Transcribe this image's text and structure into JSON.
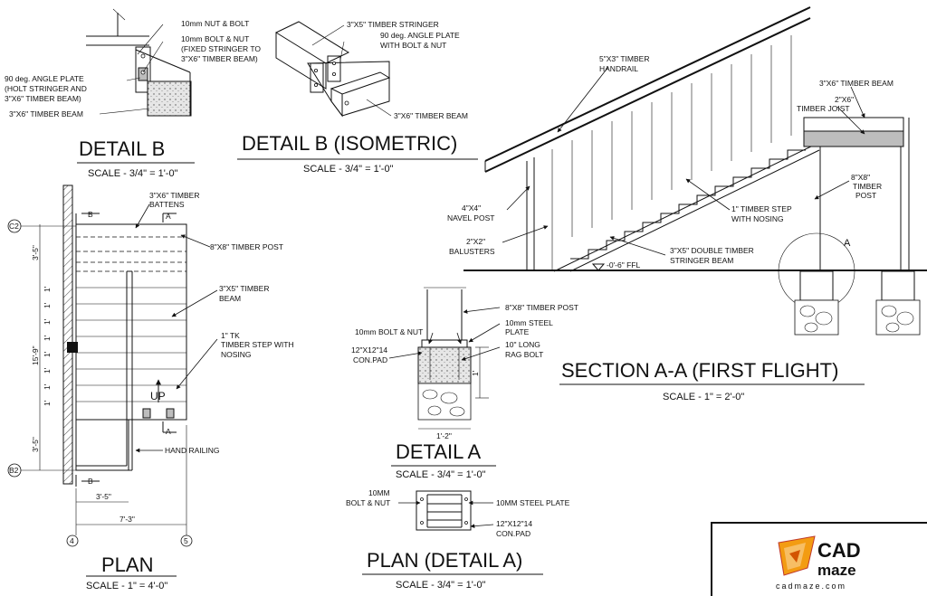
{
  "detail_b": {
    "title": "DETAIL B",
    "scale": "SCALE - 3/4\" = 1'-0\"",
    "labels": {
      "nut_bolt": "10mm NUT & BOLT",
      "bolt_nut_1": "10mm BOLT & NUT",
      "bolt_nut_2": "(FIXED STRINGER TO",
      "bolt_nut_3": "3\"X6\" TIMBER BEAM)",
      "angle_1": "90 deg. ANGLE PLATE",
      "angle_2": "(HOLT STRINGER AND",
      "angle_3": "3\"X6\" TIMBER BEAM)",
      "beam": "3\"X6\" TIMBER BEAM"
    }
  },
  "detail_b_iso": {
    "title": "DETAIL B (ISOMETRIC)",
    "scale": "SCALE - 3/4\" = 1'-0\"",
    "labels": {
      "stringer": "3\"X5\" TIMBER STRINGER",
      "angle_1": "90 deg. ANGLE PLATE",
      "angle_2": "WITH BOLT & NUT",
      "beam": "3\"X6\" TIMBER BEAM"
    }
  },
  "plan": {
    "title": "PLAN",
    "scale": "SCALE - 1\" = 4'-0\"",
    "labels": {
      "battens_1": "3\"X6\" TIMBER",
      "battens_2": "BATTENS",
      "post": "8\"X8\" TIMBER POST",
      "beam_1": "3\"X5\" TIMBER",
      "beam_2": "BEAM",
      "step_1": "1\" TK",
      "step_2": "TIMBER STEP WITH",
      "step_3": "NOSING",
      "up": "UP",
      "handrail": "HAND RAILING",
      "cut_b": "B",
      "cut_a": "A",
      "dim_top": "3'-5\"",
      "dim_total": "15'-9\"",
      "dim_bottom": "3'-5\"",
      "dim_step": "1'",
      "dim_width_inner": "3'-5\"",
      "dim_width": "7'-3\"",
      "grid_c2": "C2",
      "grid_b2": "B2",
      "grid_4": "4",
      "grid_5": "5"
    }
  },
  "section": {
    "title": "SECTION A-A (FIRST FLIGHT)",
    "scale": "SCALE - 1\" = 2'-0\"",
    "labels": {
      "handrail_1": "5\"X3\" TIMBER",
      "handrail_2": "HANDRAIL",
      "beam": "3\"X6\" TIMBER BEAM",
      "joist_1": "2\"X6\"",
      "joist_2": "TIMBER JOIST",
      "post_1": "8\"X8\"",
      "post_2": "TIMBER",
      "post_3": "POST",
      "step_1": "1\" TIMBER STEP",
      "step_2": "WITH NOSING",
      "navel_1": "4\"X4\"",
      "navel_2": "NAVEL POST",
      "bal_1": "2\"X2\"",
      "bal_2": "BALUSTERS",
      "stringer_1": "3\"X5\" DOUBLE TIMBER",
      "stringer_2": "STRINGER BEAM",
      "ffl": "-0'-6\" FFL",
      "callout": "A"
    }
  },
  "detail_a": {
    "title": "DETAIL A",
    "scale": "SCALE - 3/4\" = 1'-0\"",
    "labels": {
      "post": "8\"X8\" TIMBER POST",
      "bolt": "10mm BOLT & NUT",
      "plate_1": "10mm STEEL",
      "plate_2": "PLATE",
      "rag_1": "10\" LONG",
      "rag_2": "RAG BOLT",
      "pad_1": "12\"X12\"14",
      "pad_2": "CON.PAD",
      "dim_w": "1'-2\"",
      "dim_h": "1'"
    }
  },
  "plan_detail_a": {
    "title": "PLAN (DETAIL A)",
    "scale": "SCALE - 3/4\" = 1'-0\"",
    "labels": {
      "bolt_1": "10MM",
      "bolt_2": "BOLT & NUT",
      "plate": "10MM STEEL PLATE",
      "pad_1": "12\"X12\"14",
      "pad_2": "CON.PAD"
    }
  },
  "logo": {
    "word_1": "CAD",
    "word_2": "maze",
    "url": "cadmaze.com",
    "accent": "#f39c12"
  }
}
